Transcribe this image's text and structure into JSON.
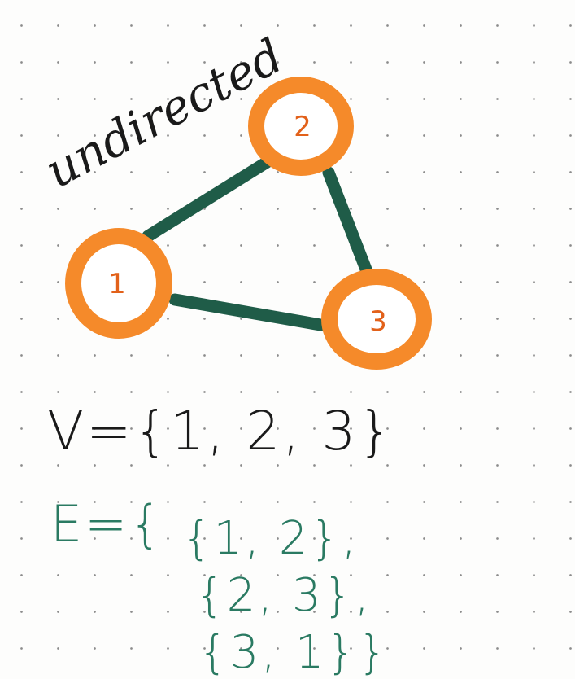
{
  "title": "undirected",
  "graph": {
    "nodes": [
      {
        "id": "1",
        "label": "1"
      },
      {
        "id": "2",
        "label": "2"
      },
      {
        "id": "3",
        "label": "3"
      }
    ],
    "edges": [
      {
        "from": "1",
        "to": "2"
      },
      {
        "from": "2",
        "to": "3"
      },
      {
        "from": "1",
        "to": "3"
      }
    ]
  },
  "vertex_set": "V={1, 2, 3}",
  "edge_set": {
    "prefix": "E={",
    "lines": [
      "{1, 2},",
      "{2, 3},",
      "{3, 1}}"
    ]
  },
  "colors": {
    "node": "#f58a2a",
    "node_fill": "#ffffff",
    "node_text": "#e2611a",
    "edge": "#1f5c48",
    "ink": "#1a1a1a",
    "edge_set_ink": "#2a7a62",
    "paper": "#fdfdfc"
  }
}
